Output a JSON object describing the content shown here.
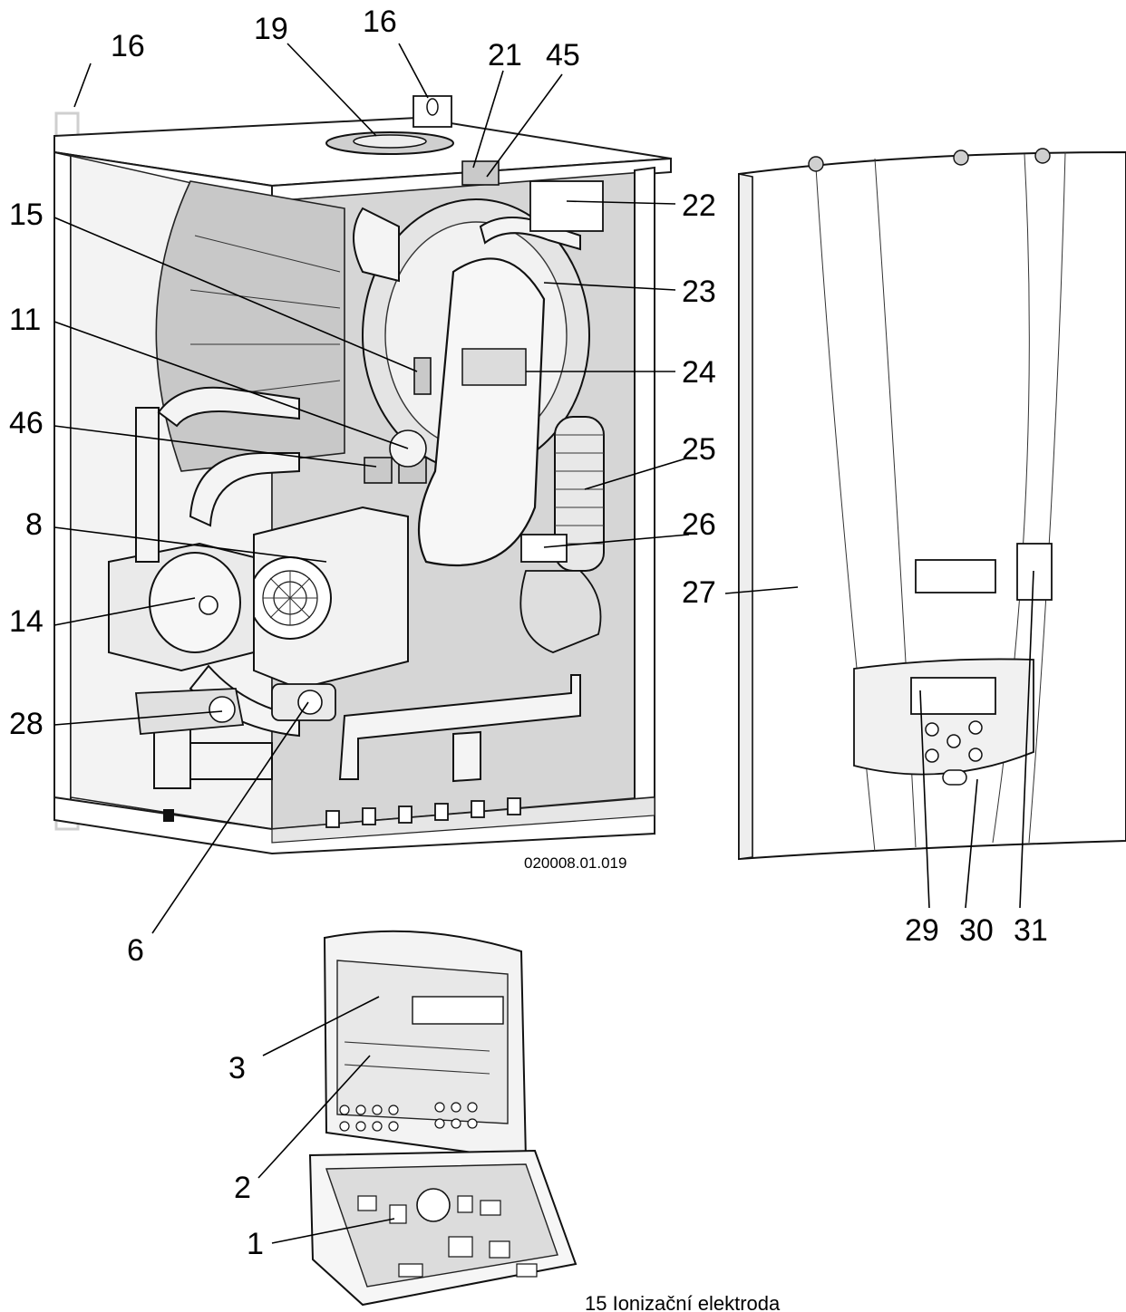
{
  "drawing_code": "020008.01.019",
  "caption_partial": "15 Ionizační elektroda",
  "callouts": {
    "c16a": "16",
    "c19": "19",
    "c16b": "16",
    "c21": "21",
    "c45": "45",
    "c22": "22",
    "c15": "15",
    "c23": "23",
    "c11": "11",
    "c24": "24",
    "c46": "46",
    "c25": "25",
    "c8": "8",
    "c26": "26",
    "c27": "27",
    "c14": "14",
    "c28": "28",
    "c6": "6",
    "c29": "29",
    "c30": "30",
    "c31": "31",
    "c3": "3",
    "c2": "2",
    "c1": "1"
  }
}
